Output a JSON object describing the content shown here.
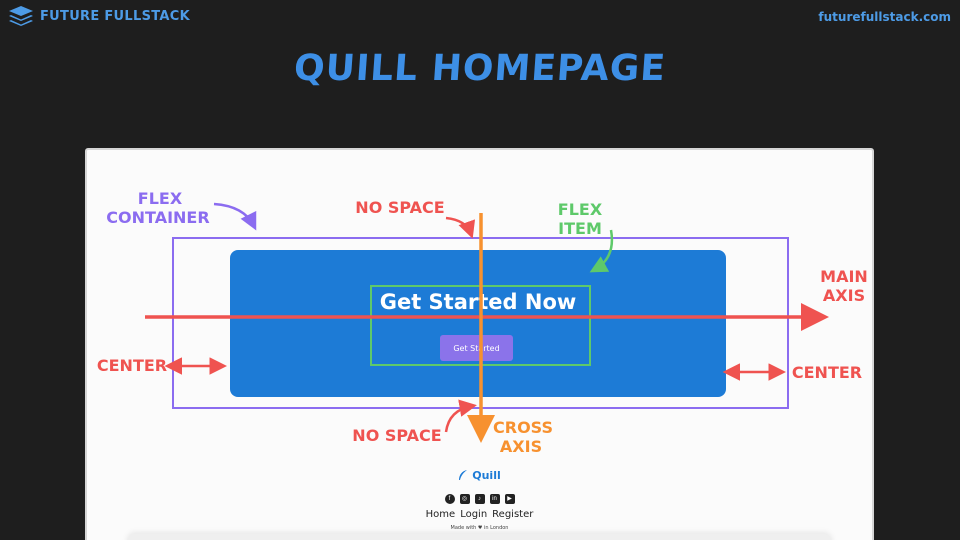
{
  "header": {
    "brand": "FUTURE FULLSTACK",
    "site_url": "futurefullstack.com",
    "title": "QUILL HOMEPAGE"
  },
  "colors": {
    "background": "#1e1e1e",
    "brand_blue": "#4d9be6",
    "hero_blue": "#1d7bd6",
    "button_purple": "#8b73ea",
    "flex_container": "#8b6cf0",
    "flex_item": "#5ec96a",
    "main_axis": "#ef5350",
    "cross_axis": "#f7912f"
  },
  "screenshot": {
    "hero": {
      "title": "Get Started Now",
      "button_label": "Get Started"
    },
    "footer": {
      "logo": "Quill",
      "socials": [
        "facebook-icon",
        "instagram-icon",
        "tiktok-icon",
        "linkedin-icon",
        "youtube-icon"
      ],
      "nav": [
        "Home",
        "Login",
        "Register"
      ],
      "made_with": "Made with ♥ in London"
    }
  },
  "annotations": {
    "flex_container_1": "FLEX",
    "flex_container_2": "CONTAINER",
    "flex_item_1": "FLEX",
    "flex_item_2": "ITEM",
    "no_space_top": "NO SPACE",
    "no_space_bottom": "NO SPACE",
    "main_axis_1": "MAIN",
    "main_axis_2": "AXIS",
    "cross_axis_1": "CROSS",
    "cross_axis_2": "AXIS",
    "center_left": "CENTER",
    "center_right": "CENTER"
  }
}
